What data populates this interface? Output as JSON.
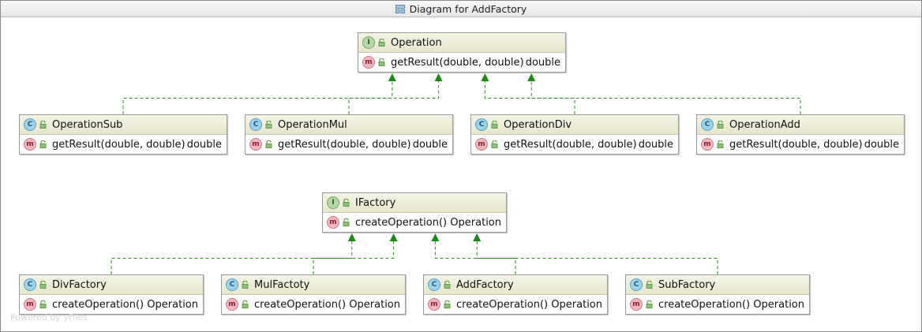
{
  "window": {
    "title": "Diagram for AddFactory"
  },
  "watermark": "Powered by yFiles",
  "nodes": {
    "operation": {
      "kind": "I",
      "name": "Operation",
      "method": "getResult(double, double)",
      "ret": "double"
    },
    "operation_sub": {
      "kind": "C",
      "name": "OperationSub",
      "method": "getResult(double, double)",
      "ret": "double"
    },
    "operation_mul": {
      "kind": "C",
      "name": "OperationMul",
      "method": "getResult(double, double)",
      "ret": "double"
    },
    "operation_div": {
      "kind": "C",
      "name": "OperationDiv",
      "method": "getResult(double, double)",
      "ret": "double"
    },
    "operation_add": {
      "kind": "C",
      "name": "OperationAdd",
      "method": "getResult(double, double)",
      "ret": "double"
    },
    "ifactory": {
      "kind": "I",
      "name": "IFactory",
      "method": "createOperation()",
      "ret": "Operation"
    },
    "div_factory": {
      "kind": "C",
      "name": "DivFactory",
      "method": "createOperation()",
      "ret": "Operation"
    },
    "mul_factoty": {
      "kind": "C",
      "name": "MulFactoty",
      "method": "createOperation()",
      "ret": "Operation"
    },
    "add_factory": {
      "kind": "C",
      "name": "AddFactory",
      "method": "createOperation()",
      "ret": "Operation"
    },
    "sub_factory": {
      "kind": "C",
      "name": "SubFactory",
      "method": "createOperation()",
      "ret": "Operation"
    }
  },
  "method_badge": "m",
  "edges": [
    {
      "from": "operation_sub",
      "to": "operation",
      "type": "implements"
    },
    {
      "from": "operation_mul",
      "to": "operation",
      "type": "implements"
    },
    {
      "from": "operation_div",
      "to": "operation",
      "type": "implements"
    },
    {
      "from": "operation_add",
      "to": "operation",
      "type": "implements"
    },
    {
      "from": "div_factory",
      "to": "ifactory",
      "type": "implements"
    },
    {
      "from": "mul_factoty",
      "to": "ifactory",
      "type": "implements"
    },
    {
      "from": "add_factory",
      "to": "ifactory",
      "type": "implements"
    },
    {
      "from": "sub_factory",
      "to": "ifactory",
      "type": "implements"
    }
  ],
  "colors": {
    "edge": "#2e8b22",
    "arrowhead": "#1a8a14"
  }
}
